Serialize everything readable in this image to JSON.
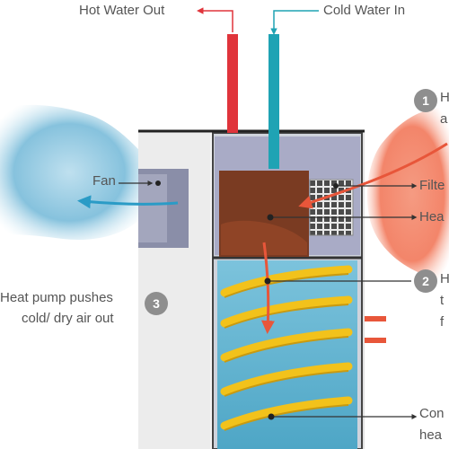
{
  "labels": {
    "hot_water_out": "Hot Water Out",
    "cold_water_in": "Cold Water In",
    "fan": "Fan",
    "filter": "Filte",
    "heat": "Hea",
    "heat_pump_pushes_line1": "Heat pump pushes",
    "heat_pump_pushes_line2": "cold/ dry air out",
    "step2_line1": "H",
    "step2_line2": "t",
    "step2_line3": "f",
    "step1_line1": "H",
    "step1_line2": "a",
    "condenser_line1": "Con",
    "condenser_line2": "hea"
  },
  "badges": {
    "one": "1",
    "two": "2",
    "three": "3"
  },
  "colors": {
    "hot_pipe": "#e0343b",
    "cold_pipe": "#1fa3b4",
    "cold_air": "#7fbcd9",
    "warm_air": "#f07a5e",
    "water": "#5fb3cf",
    "coil": "#f2c21b",
    "heat_box": "#7a3b22",
    "arrow_warm": "#e8563a",
    "arrow_cold": "#2a9bc6"
  }
}
